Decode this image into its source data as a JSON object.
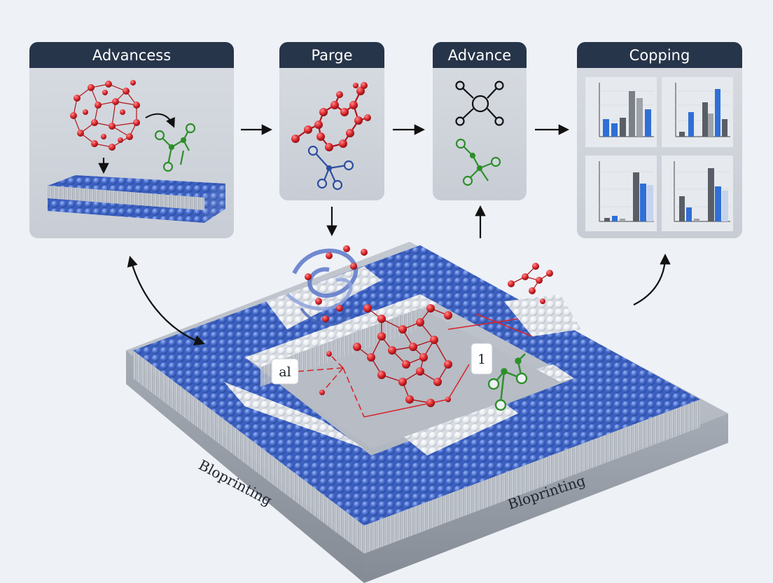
{
  "panels": [
    {
      "title": "Advancess"
    },
    {
      "title": "Parge"
    },
    {
      "title": "Advance"
    },
    {
      "title": "Copping"
    }
  ],
  "platform": {
    "label_left": "Bloprinting",
    "label_front": "Bloprinting"
  },
  "tags": {
    "left": "al",
    "right": "1"
  },
  "colors": {
    "header": "#27354a",
    "panel": "#cfd4dc",
    "lipid_blue": "#3f66c6",
    "lipid_white": "#f2f4f7",
    "molecule_red": "#d8262b",
    "molecule_green": "#2e8f2a",
    "molecule_blue": "#2e4f9f",
    "bar_blue": "#2f6fd6",
    "bar_gray": "#6b6f76"
  }
}
